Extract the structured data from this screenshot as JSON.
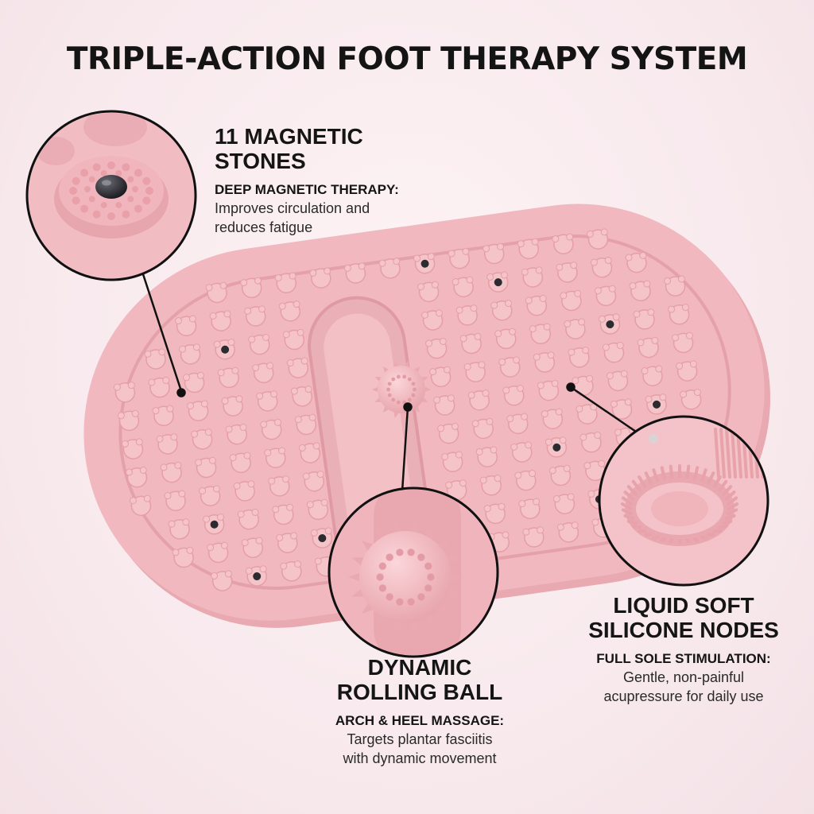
{
  "title": "TRIPLE-ACTION FOOT THERAPY SYSTEM",
  "features": [
    {
      "heading_lines": [
        "11 MAGNETIC",
        "STONES"
      ],
      "subheading": "DEEP MAGNETIC THERAPY:",
      "description_lines": [
        "Improves circulation and",
        "reduces fatigue"
      ]
    },
    {
      "heading_lines": [
        "DYNAMIC",
        "ROLLING BALL"
      ],
      "subheading": "ARCH & HEEL MASSAGE:",
      "description_lines": [
        "Targets plantar fasciitis",
        "with dynamic movement"
      ]
    },
    {
      "heading_lines": [
        "LIQUID SOFT",
        "SILICONE NODES"
      ],
      "subheading": "FULL SOLE STIMULATION:",
      "description_lines": [
        "Gentle, non-painful",
        "acupressure for daily use"
      ]
    }
  ],
  "colors": {
    "background": "#f7e8ec",
    "mat": "#f1b8bf",
    "mat_shade": "#e5a2aa",
    "node": "#f6c6cb",
    "magnet": "#2b2b30",
    "text": "#151515"
  },
  "icons": [
    "magnetic-stone-icon",
    "rolling-ball-icon",
    "silicone-node-icon"
  ]
}
